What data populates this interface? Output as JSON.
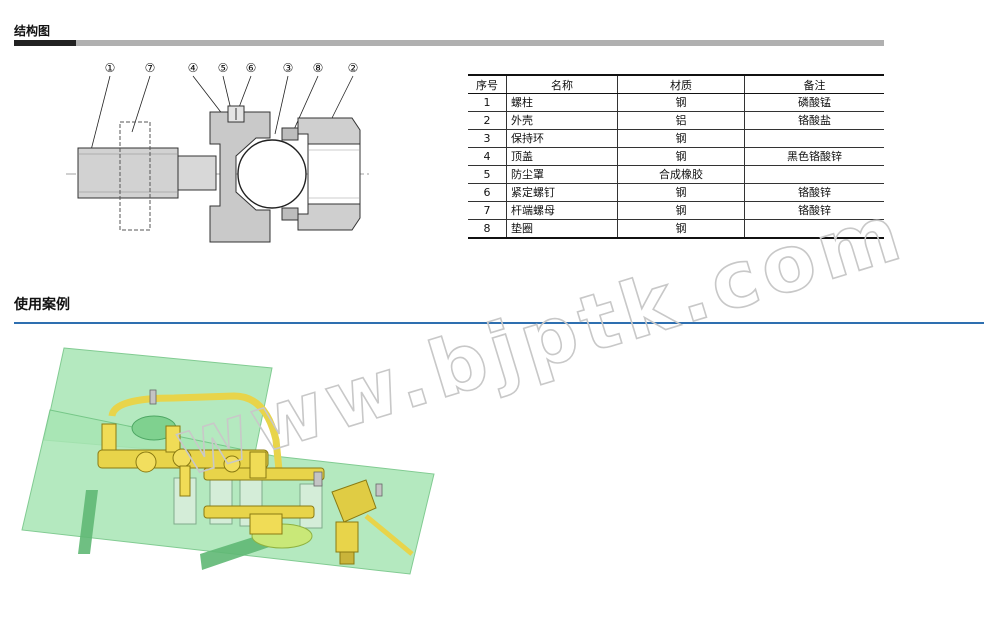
{
  "section1": {
    "title": "结构图"
  },
  "diagram": {
    "callouts": [
      "①",
      "⑦",
      "④",
      "⑤",
      "⑥",
      "③",
      "⑧",
      "②"
    ]
  },
  "parts_table": {
    "headers": [
      "序号",
      "名称",
      "材质",
      "备注"
    ],
    "rows": [
      {
        "no": "1",
        "name": "螺柱",
        "material": "钢",
        "note": "磷酸锰"
      },
      {
        "no": "2",
        "name": "外壳",
        "material": "铝",
        "note": "铬酸盐"
      },
      {
        "no": "3",
        "name": "保持环",
        "material": "钢",
        "note": ""
      },
      {
        "no": "4",
        "name": "顶盖",
        "material": "钢",
        "note": "黑色铬酸锌"
      },
      {
        "no": "5",
        "name": "防尘罩",
        "material": "合成橡胶",
        "note": ""
      },
      {
        "no": "6",
        "name": "紧定螺钉",
        "material": "钢",
        "note": "铬酸锌"
      },
      {
        "no": "7",
        "name": "杆端螺母",
        "material": "钢",
        "note": "铬酸锌"
      },
      {
        "no": "8",
        "name": "垫圈",
        "material": "钢",
        "note": ""
      }
    ]
  },
  "section2": {
    "title": "使用案例"
  },
  "watermark": {
    "text": "www.bjptk.com"
  },
  "colors": {
    "accent_line": "#2e6fb0",
    "plate_green": "#a8e6b4",
    "part_yellow": "#e8d44a"
  }
}
